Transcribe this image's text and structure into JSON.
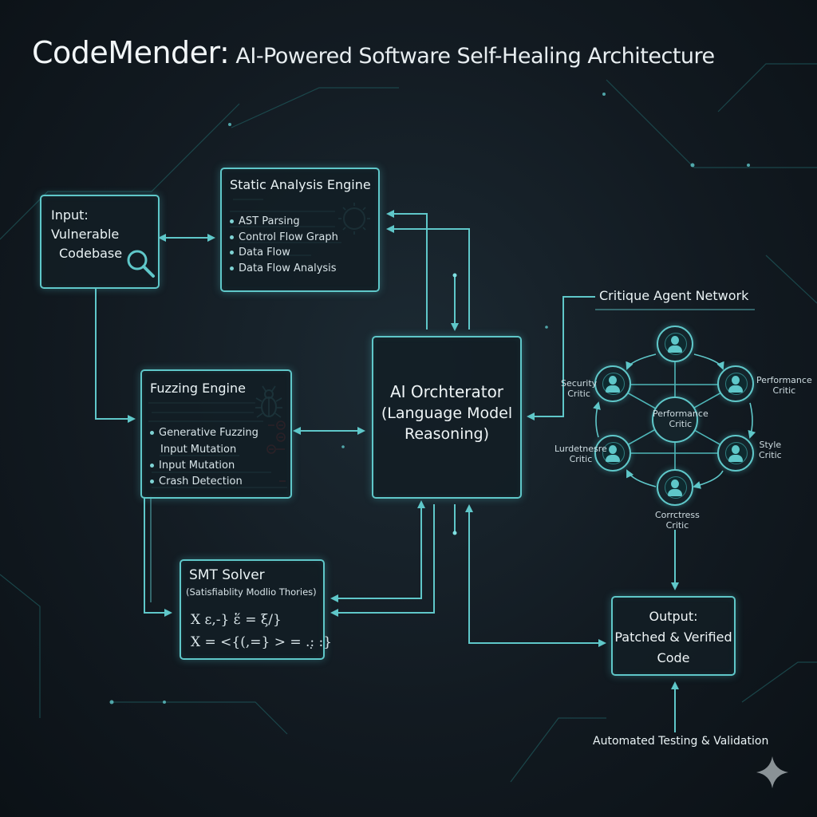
{
  "title": {
    "main": "CodeMender:",
    "sub": " AI-Powered Software Self-Healing Architecture"
  },
  "input": {
    "lines": [
      "Input:",
      "Vulnerable",
      "Codebase"
    ]
  },
  "static_engine": {
    "title": "Static Analysis Engine",
    "items": [
      "AST Parsing",
      "Control Flow Graph",
      "Data Flow",
      "Data Flow Analysis"
    ]
  },
  "fuzzing": {
    "title": "Fuzzing Engine",
    "items": [
      "Generative Fuzzing",
      "Input Mutation",
      "Input Mutation",
      "Crash Detection"
    ]
  },
  "orchestrator": {
    "lines": [
      "AI Orchterator",
      "(Language Model",
      "Reasoning)"
    ]
  },
  "smt": {
    "title": "SMT Solver",
    "subtitle": "(Satisfiablity Modlio Thories)",
    "formulas": [
      "X ε,-} ἕ = ξ/}",
      "X = <{(,=} > = .:̣ :}"
    ]
  },
  "critique": {
    "title": "Critique Agent Network",
    "agents": {
      "security": [
        "Security",
        "Critic"
      ],
      "performance_right": [
        "Performance",
        "Critic"
      ],
      "performance_center": [
        "Performance",
        "Critic"
      ],
      "left_lower": [
        "Lurdetnesre",
        "Critic"
      ],
      "style": [
        "Style",
        "Critic"
      ],
      "correctness": [
        "Corrctress",
        "Critic"
      ]
    }
  },
  "output": {
    "lines": [
      "Output:",
      "Patched & Verified",
      "Code"
    ]
  },
  "testing": {
    "label": "Automated Testing & Validation"
  },
  "colors": {
    "accent": "#5fc7c9",
    "background": "#121a21",
    "alert": "#d23a3a"
  }
}
